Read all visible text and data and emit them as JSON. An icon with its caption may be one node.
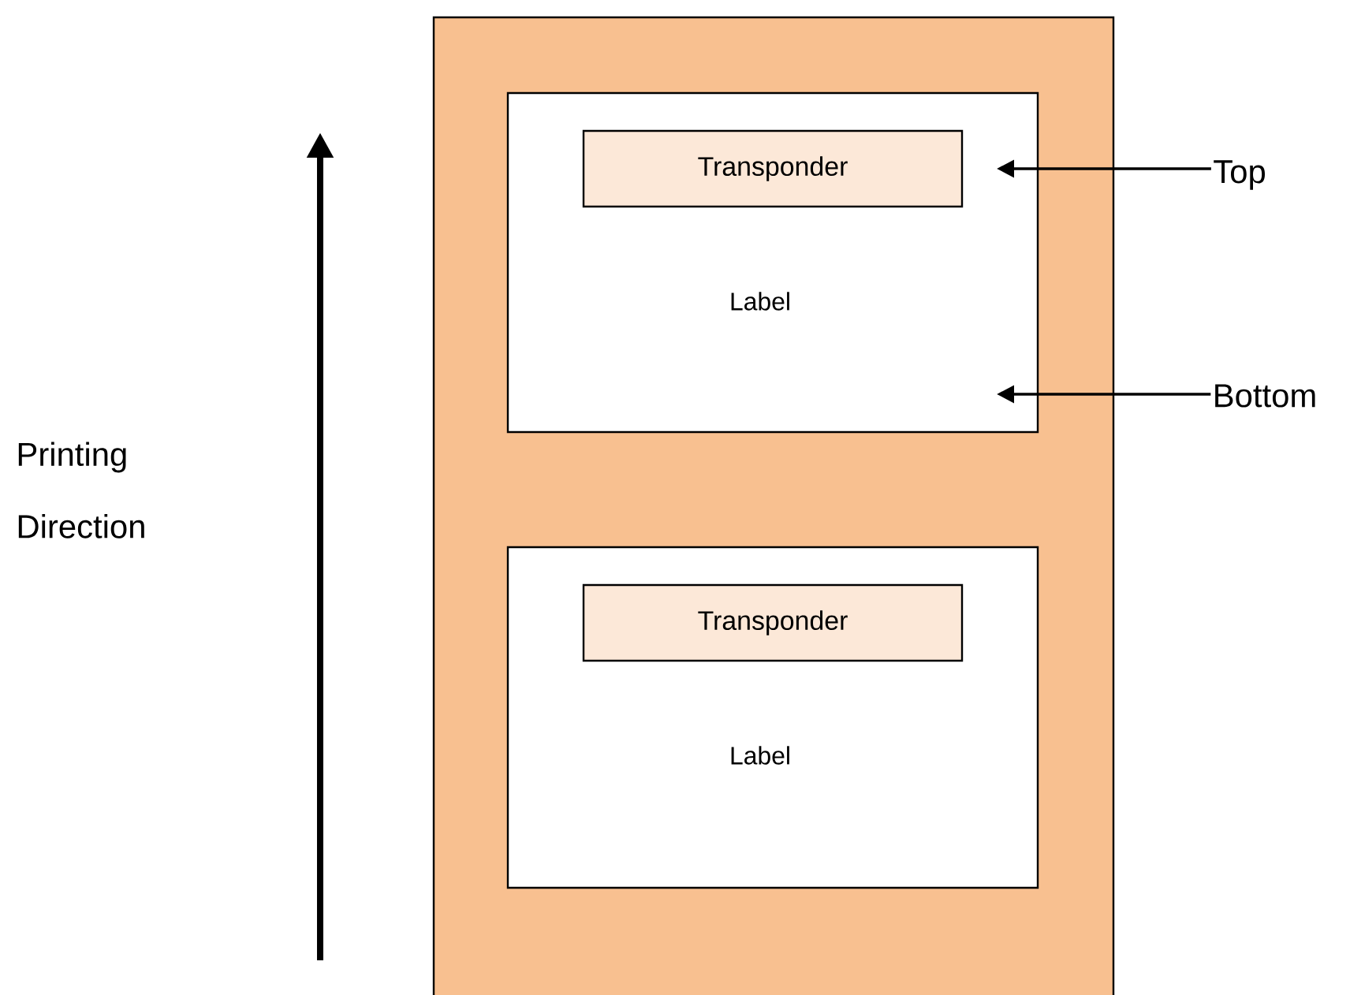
{
  "diagram": {
    "nodes": [
      {
        "text": [],
        "shape": "box"
      },
      {
        "text": [
          "Label"
        ],
        "in": 0
      },
      {
        "text": [
          "Transponder"
        ],
        "in": 1
      },
      {
        "text": [
          "Label"
        ],
        "in": 0
      },
      {
        "text": [
          "Transponder"
        ],
        "in": 3
      },
      {
        "text": [
          "Top"
        ]
      },
      {
        "text": [
          "Bottom"
        ]
      }
    ],
    "edges": [
      {
        "from": 5,
        "to": null,
        "arrow": "to"
      },
      {
        "from": 6,
        "to": null,
        "arrow": "to"
      }
    ],
    "labels": [
      "Printing Direction"
    ]
  }
}
